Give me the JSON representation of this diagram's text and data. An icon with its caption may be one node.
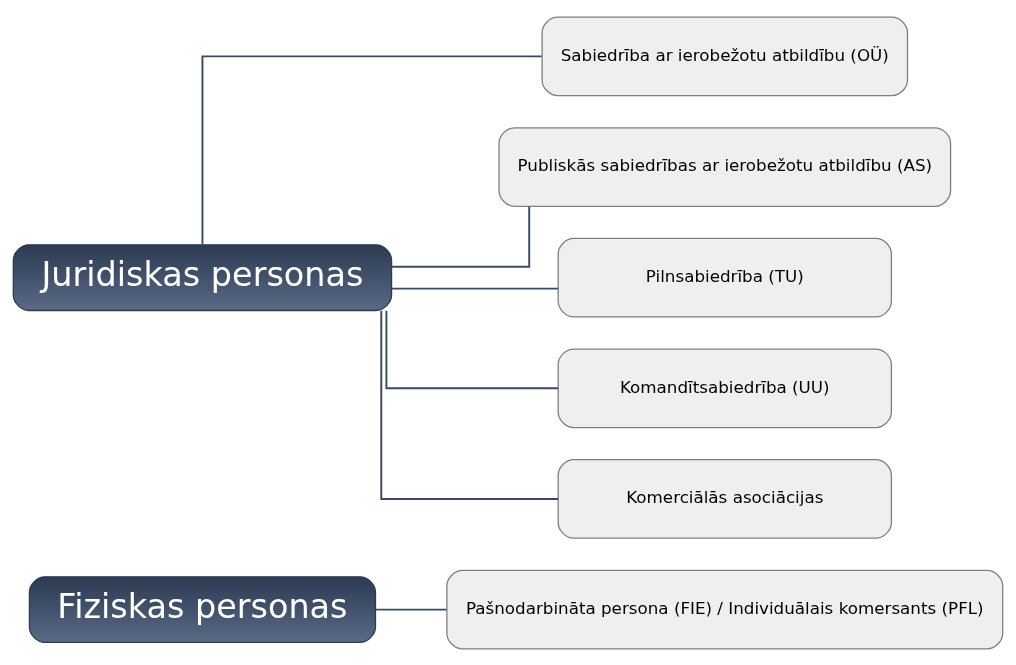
{
  "diagram": {
    "nodes": [
      {
        "text": [
          "Fiziskas personas"
        ]
      },
      {
        "text": [
          "Pašnodarbināta persona (FIE) / Individuālais komersants (PFL)"
        ]
      },
      {
        "text": [
          "Juridiskas personas"
        ]
      },
      {
        "text": [
          "Sabiedrība ar ierobežotu atbildību (OÜ)"
        ]
      },
      {
        "text": [
          "Publiskās sabiedrības ar ierobežotu atbildību (AS)"
        ]
      },
      {
        "text": [
          "Pilnsabiedrība (TU)"
        ]
      },
      {
        "text": [
          "Komandītsabiedrība (UU)"
        ]
      },
      {
        "text": [
          "Komerciālās asociācijas"
        ]
      }
    ],
    "edges": [
      {
        "from": 0,
        "to": 1,
        "arrow": "none"
      },
      {
        "from": 2,
        "to": 3,
        "arrow": "none"
      },
      {
        "from": 2,
        "to": 4,
        "arrow": "none"
      },
      {
        "from": 2,
        "to": 5,
        "arrow": "none"
      },
      {
        "from": 2,
        "to": 6,
        "arrow": "none"
      },
      {
        "from": 2,
        "to": 7,
        "arrow": "none"
      }
    ]
  }
}
